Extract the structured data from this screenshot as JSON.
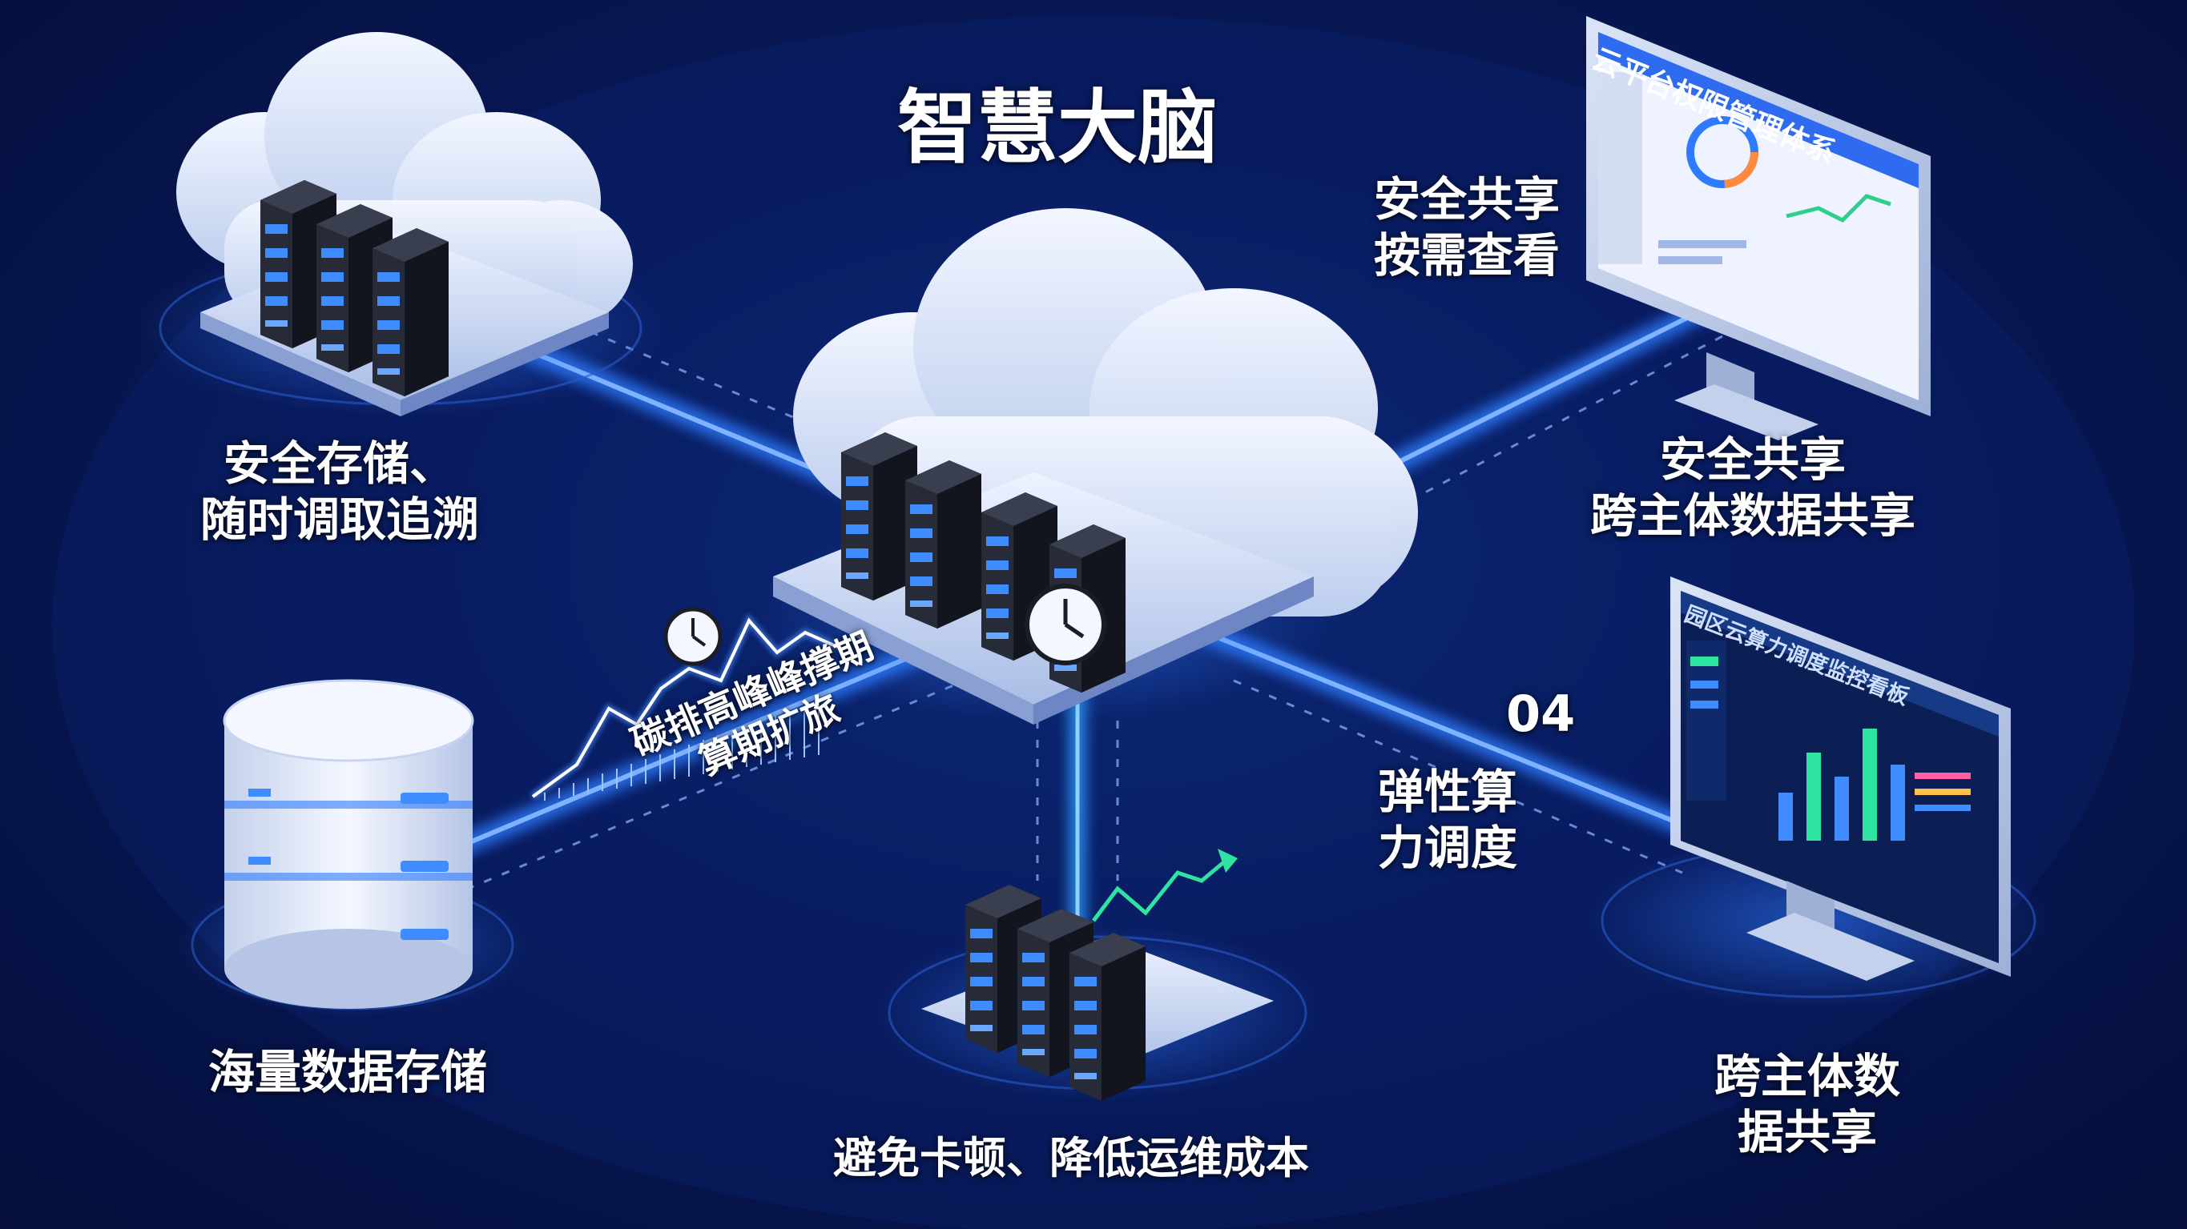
{
  "title": "智慧大脑",
  "colors": {
    "background": "#08195a",
    "beam": "#2f7bff",
    "cloud": "#dfe9fb",
    "server": "#1a1d26",
    "server_led": "#3e8cff",
    "chart_green": "#2fe3a0"
  },
  "nodes": {
    "storage_cloud": {
      "line1": "安全存储、",
      "line2": "随时调取追溯"
    },
    "database": {
      "line1": "海量数据存储"
    },
    "peak_shift": {
      "line1": "碳排高峰峰撑期",
      "line2": "算期扩旅"
    },
    "bottom_servers": {
      "line1": "避免卡顿、降低运维成本"
    },
    "elastic": {
      "number": "04",
      "line1": "弹性算",
      "line2": "力调度"
    },
    "top_monitor": {
      "screen_title": "云平台权限管理体系",
      "caption_line1": "安全共享",
      "caption_line2": "按需查看",
      "label_line1": "安全共享",
      "label_line2": "跨主体数据共享"
    },
    "bottom_monitor": {
      "screen_title": "园区云算力调度监控看板",
      "label_line1": "跨主体数",
      "label_line2": "据共享"
    }
  },
  "icons": [
    "cloud-icon",
    "server-rack-icon",
    "database-icon",
    "clock-icon",
    "monitor-icon",
    "line-chart-icon"
  ]
}
